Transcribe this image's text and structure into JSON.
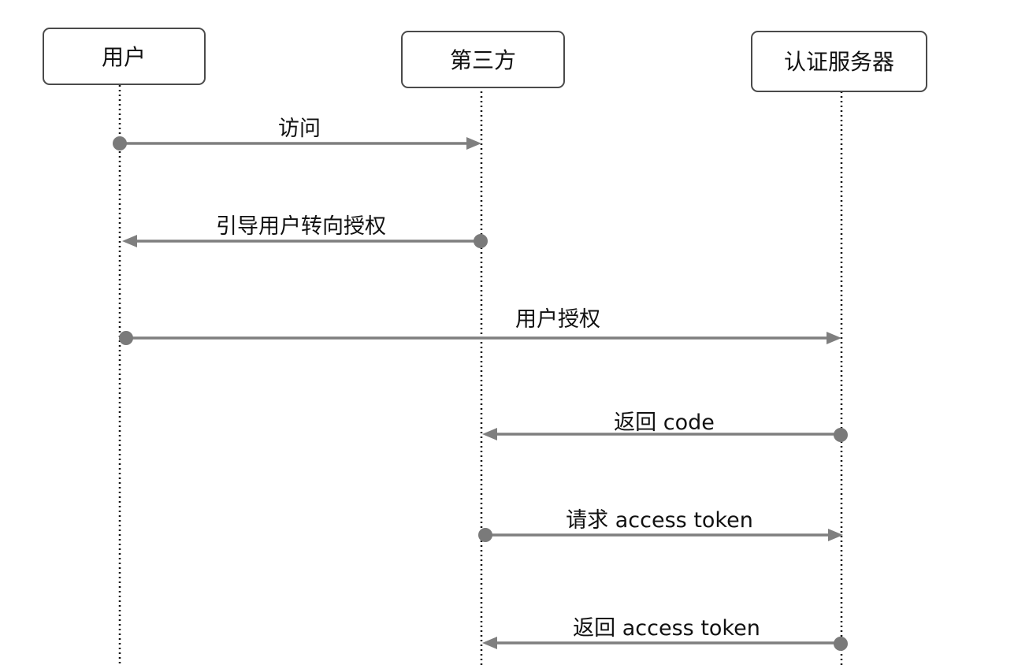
{
  "actors": [
    {
      "id": "user",
      "label": "用户"
    },
    {
      "id": "third",
      "label": "第三方"
    },
    {
      "id": "auth",
      "label": "认证服务器"
    }
  ],
  "messages": [
    {
      "from": "user",
      "to": "third",
      "label": "访问"
    },
    {
      "from": "third",
      "to": "user",
      "label": "引导用户转向授权"
    },
    {
      "from": "user",
      "to": "auth",
      "label": "用户授权"
    },
    {
      "from": "auth",
      "to": "third",
      "label": "返回 code"
    },
    {
      "from": "third",
      "to": "auth",
      "label": "请求 access token"
    },
    {
      "from": "auth",
      "to": "third",
      "label": "返回 access token"
    }
  ],
  "colors": {
    "arrow": "#7f7f7f",
    "border": "#4a4a4a",
    "text": "#111111"
  }
}
